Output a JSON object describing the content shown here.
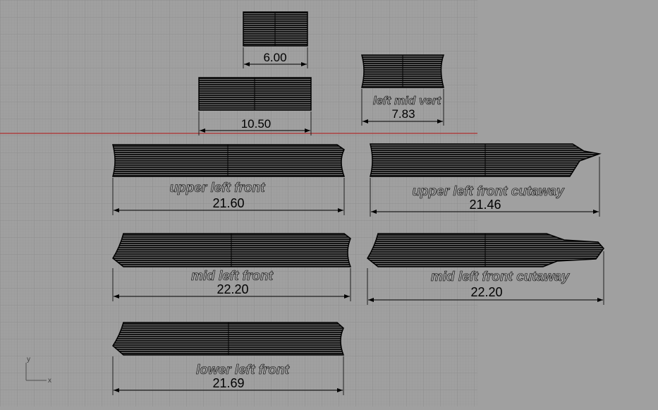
{
  "viewport": {
    "axes": {
      "y": "y",
      "x": "x"
    }
  },
  "parts": [
    {
      "id": "top-block",
      "label": "",
      "dimension": "6.00"
    },
    {
      "id": "middle-block",
      "label": "",
      "dimension": "10.50"
    },
    {
      "id": "left-mid-vert",
      "label": "left mid vert",
      "dimension": "7.83"
    },
    {
      "id": "upper-left-front",
      "label": "upper left front",
      "dimension": "21.60"
    },
    {
      "id": "upper-left-front-cutaway",
      "label": "upper left front cutaway",
      "dimension": "21.46"
    },
    {
      "id": "mid-left-front",
      "label": "mid left front",
      "dimension": "22.20"
    },
    {
      "id": "mid-left-front-cutaway",
      "label": "mid left front cutaway",
      "dimension": "22.20"
    },
    {
      "id": "lower-left-front",
      "label": "lower left front",
      "dimension": "21.69"
    }
  ]
}
